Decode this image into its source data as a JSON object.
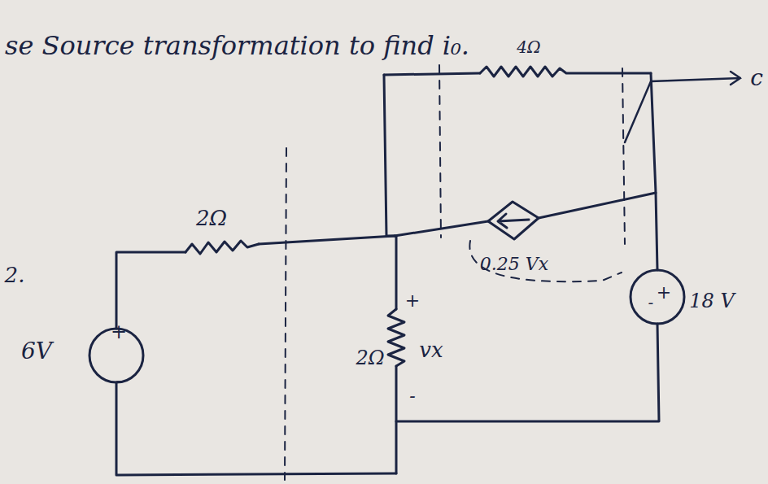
{
  "diagram": {
    "title": "se Source transformation to find i₀.",
    "labels": [
      "2Ω",
      "4Ω",
      "2Ω",
      "+",
      "vx",
      "-",
      "0.25 Vx",
      "6V",
      "+",
      "-",
      "+",
      "-",
      "18 V",
      "2.",
      "c"
    ]
  }
}
